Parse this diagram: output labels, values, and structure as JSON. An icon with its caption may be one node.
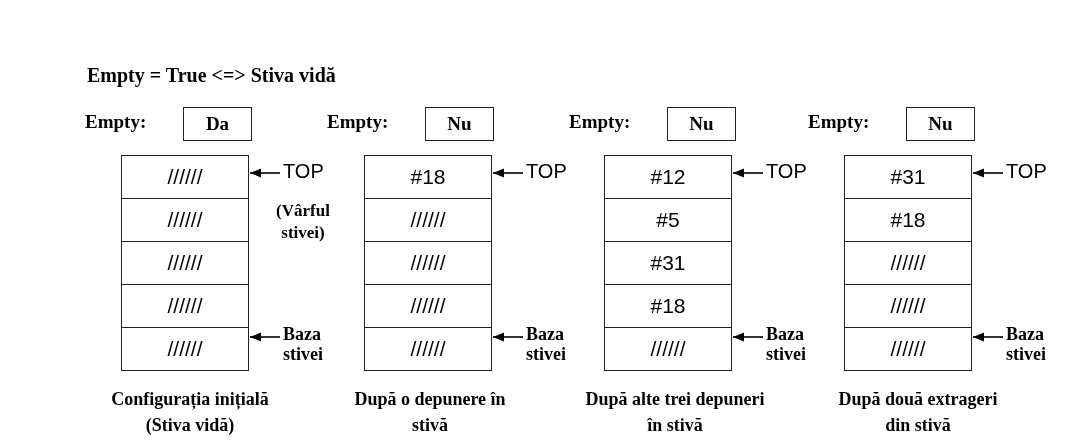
{
  "diagram": {
    "title": "Empty = True <=> Stiva vidă",
    "nodes": [
      {
        "text": [
          "Da"
        ],
        "beside": [
          "Empty:"
        ]
      },
      {
        "text": [
          "//////"
        ]
      },
      {
        "text": [
          "//////"
        ]
      },
      {
        "text": [
          "//////"
        ]
      },
      {
        "text": [
          "//////"
        ]
      },
      {
        "text": [
          "//////"
        ]
      },
      {
        "text": [
          "TOP"
        ]
      },
      {
        "text": [
          "Baza stivei"
        ]
      },
      {
        "text": [
          "Nu"
        ],
        "beside": [
          "Empty:"
        ]
      },
      {
        "text": [
          "#18"
        ]
      },
      {
        "text": [
          "//////"
        ]
      },
      {
        "text": [
          "//////"
        ]
      },
      {
        "text": [
          "//////"
        ]
      },
      {
        "text": [
          "//////"
        ]
      },
      {
        "text": [
          "TOP"
        ]
      },
      {
        "text": [
          "Baza stivei"
        ]
      },
      {
        "text": [
          "Nu"
        ],
        "beside": [
          "Empty:"
        ]
      },
      {
        "text": [
          "#12"
        ]
      },
      {
        "text": [
          "#5"
        ]
      },
      {
        "text": [
          "#31"
        ]
      },
      {
        "text": [
          "#18"
        ]
      },
      {
        "text": [
          "//////"
        ]
      },
      {
        "text": [
          "TOP"
        ]
      },
      {
        "text": [
          "Baza stivei"
        ]
      },
      {
        "text": [
          "Nu"
        ],
        "beside": [
          "Empty:"
        ]
      },
      {
        "text": [
          "#31"
        ]
      },
      {
        "text": [
          "#18"
        ]
      },
      {
        "text": [
          "//////"
        ]
      },
      {
        "text": [
          "//////"
        ]
      },
      {
        "text": [
          "//////"
        ]
      },
      {
        "text": [
          "TOP"
        ]
      },
      {
        "text": [
          "Baza stivei"
        ]
      }
    ],
    "edges": [
      {
        "from": 6,
        "to": 1,
        "arrow": "to"
      },
      {
        "from": 7,
        "to": 5,
        "arrow": "to"
      },
      {
        "from": 14,
        "to": 9,
        "arrow": "to"
      },
      {
        "from": 15,
        "to": 13,
        "arrow": "to"
      },
      {
        "from": 22,
        "to": 17,
        "arrow": "to"
      },
      {
        "from": 23,
        "to": 21,
        "arrow": "to"
      },
      {
        "from": 30,
        "to": 25,
        "arrow": "to"
      },
      {
        "from": 31,
        "to": 29,
        "arrow": "to"
      }
    ],
    "labels": [
      "(Vârful stivei)",
      "Configurația inițială (Stiva vidă)",
      "După o depunere în stivă",
      "După alte trei depuneri în stivă",
      "După două extrageri din stivă"
    ]
  }
}
